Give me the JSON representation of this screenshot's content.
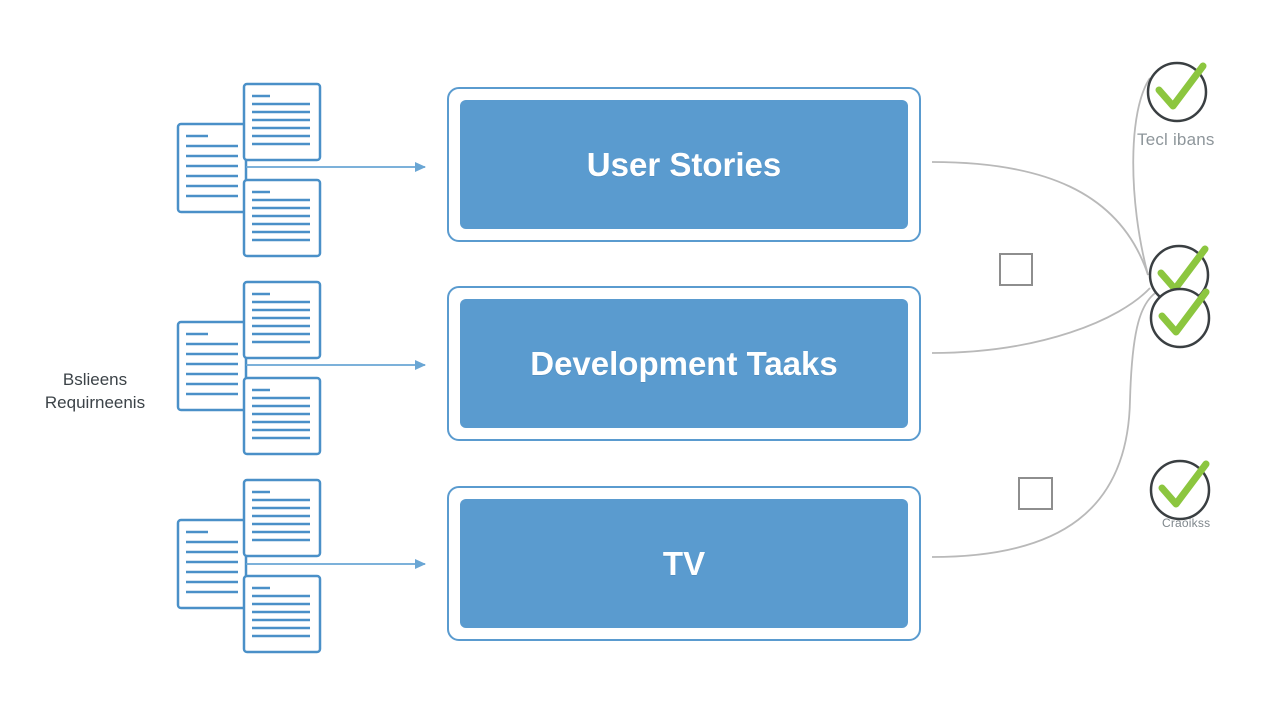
{
  "side_label": {
    "line1": "Bslieens",
    "line2": "Requirneenis"
  },
  "boxes": [
    {
      "label": "User Stories"
    },
    {
      "label": "Development Taaks"
    },
    {
      "label": "TV"
    }
  ],
  "check_captions": {
    "top": "Tecl ibans",
    "bottom": "Craoikss"
  },
  "colors": {
    "box_fill": "#5a9bcf",
    "doc_stroke": "#4a90c8",
    "connector": "#b9b9b9",
    "check_green": "#8cc63f"
  },
  "icons": [
    "document-stack-icon",
    "arrow-right-icon",
    "checkbox-icon",
    "checkmark-circle-icon"
  ]
}
